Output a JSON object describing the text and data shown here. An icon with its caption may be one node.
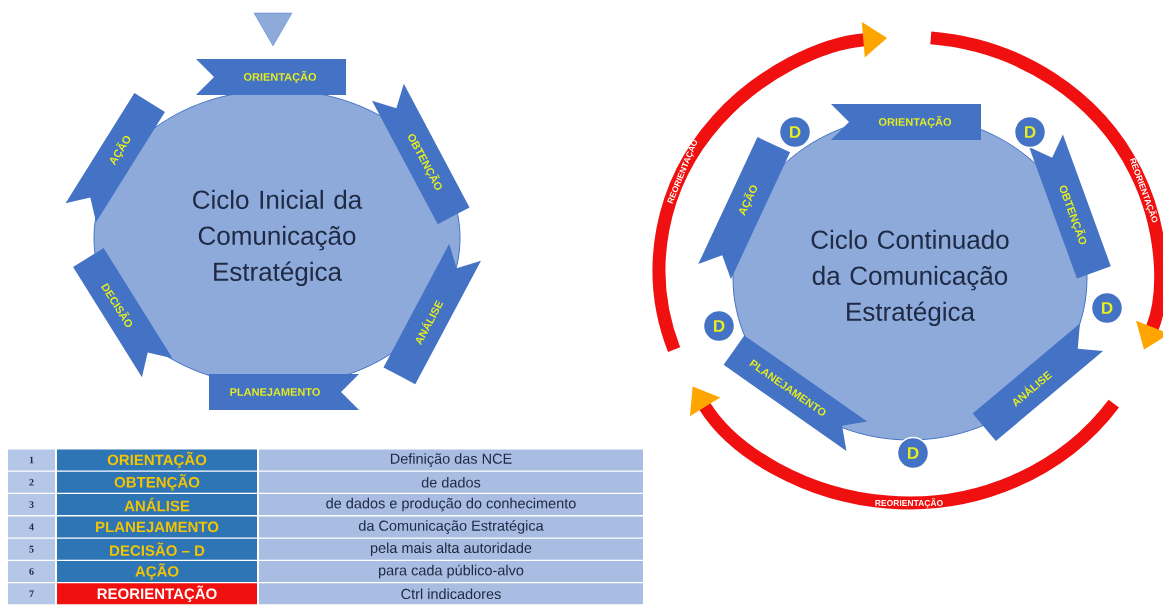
{
  "diagram": {
    "nodes": [
      {
        "text": [
          "Ciclo Inicial da Comunicação Estratégica"
        ]
      },
      {
        "text": [
          "ORIENTAÇÃO"
        ]
      },
      {
        "text": [
          "OBTENÇÃO"
        ]
      },
      {
        "text": [
          "ANÁLISE"
        ]
      },
      {
        "text": [
          "PLANEJAMENTO"
        ]
      },
      {
        "text": [
          "DECISÃO"
        ]
      },
      {
        "text": [
          "AÇÃO"
        ]
      },
      {
        "text": [],
        "shape": "triangle"
      },
      {
        "text": [
          "Ciclo Continuado da Comunicação Estratégica"
        ]
      },
      {
        "text": [
          "ORIENTAÇÃO"
        ]
      },
      {
        "text": [
          "OBTENÇÃO"
        ]
      },
      {
        "text": [
          "ANÁLISE"
        ]
      },
      {
        "text": [
          "PLANEJAMENTO"
        ]
      },
      {
        "text": [
          "AÇÃO"
        ]
      },
      {
        "text": [
          "D"
        ]
      },
      {
        "text": [
          "D"
        ]
      },
      {
        "text": [
          "D"
        ]
      },
      {
        "text": [
          "D"
        ]
      },
      {
        "text": [
          "D"
        ]
      }
    ],
    "labels": [
      "REORIENTAÇÃO",
      "REORIENTAÇÃO",
      "REORIENTAÇÃO",
      "1",
      "ORIENTAÇÃO",
      "Definição das NCE",
      "2",
      "OBTENÇÃO",
      "de dados",
      "3",
      "ANÁLISE",
      "de dados e produção do conhecimento",
      "4",
      "PLANEJAMENTO",
      "da Comunicação Estratégica",
      "5",
      "DECISÃO – D",
      "pela mais alta autoridade",
      "6",
      "AÇÃO",
      "para cada público-alvo",
      "7",
      "REORIENTAÇÃO",
      "Ctrl indicadores"
    ]
  }
}
